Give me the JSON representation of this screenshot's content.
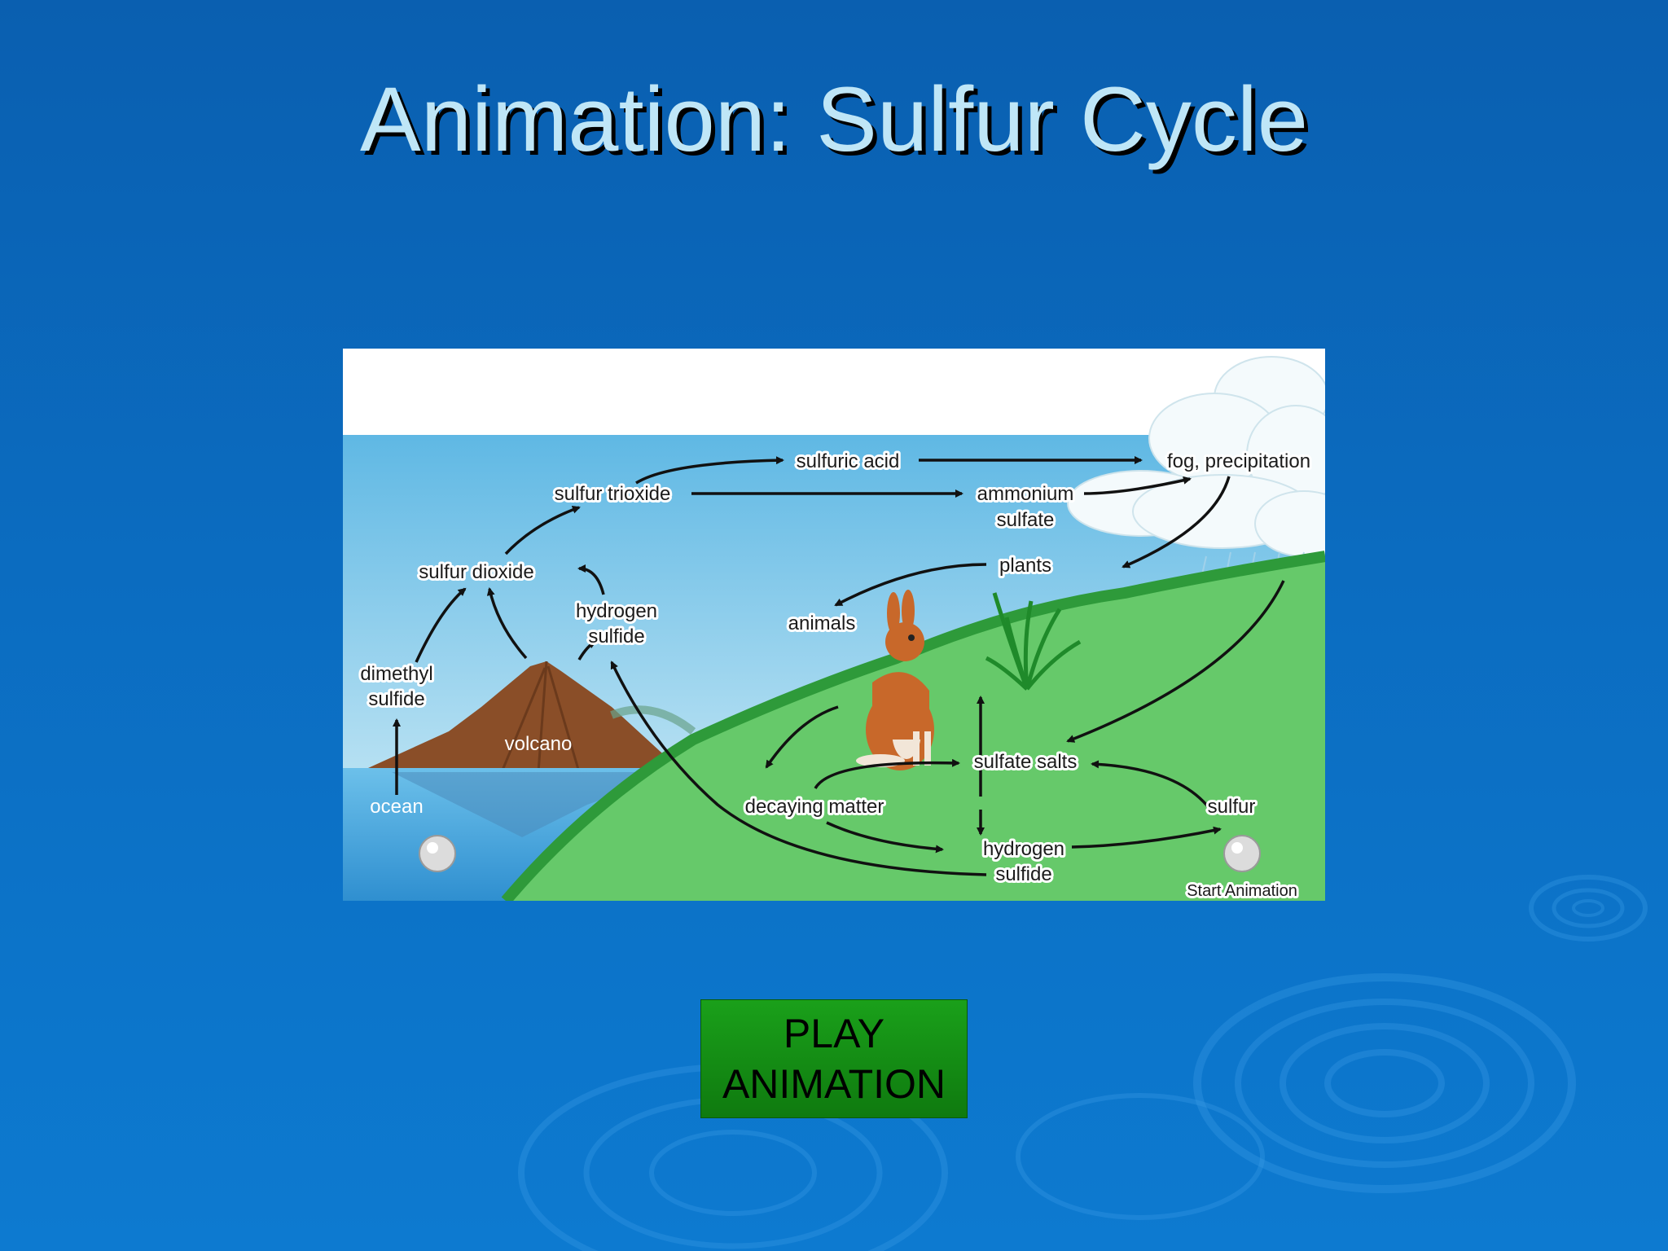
{
  "slide": {
    "title": "Animation: Sulfur Cycle"
  },
  "diagram": {
    "labels": {
      "sulfuric_acid": "sulfuric acid",
      "fog_precipitation": "fog, precipitation",
      "sulfur_trioxide": "sulfur trioxide",
      "ammonium": "ammonium",
      "sulfate": "sulfate",
      "plants": "plants",
      "sulfur_dioxide": "sulfur dioxide",
      "hydrogen_top": "hydrogen",
      "sulfide_top": "sulfide",
      "animals": "animals",
      "dimethyl": "dimethyl",
      "sulfide_dimethyl": "sulfide",
      "volcano": "volcano",
      "ocean": "ocean",
      "sulfate_salts": "sulfate salts",
      "decaying_matter": "decaying matter",
      "sulfur": "sulfur",
      "hydrogen_bottom": "hydrogen",
      "sulfide_bottom": "sulfide",
      "start_animation": "Start Animation"
    }
  },
  "play_button": {
    "line1": "PLAY",
    "line2": "ANIMATION"
  }
}
